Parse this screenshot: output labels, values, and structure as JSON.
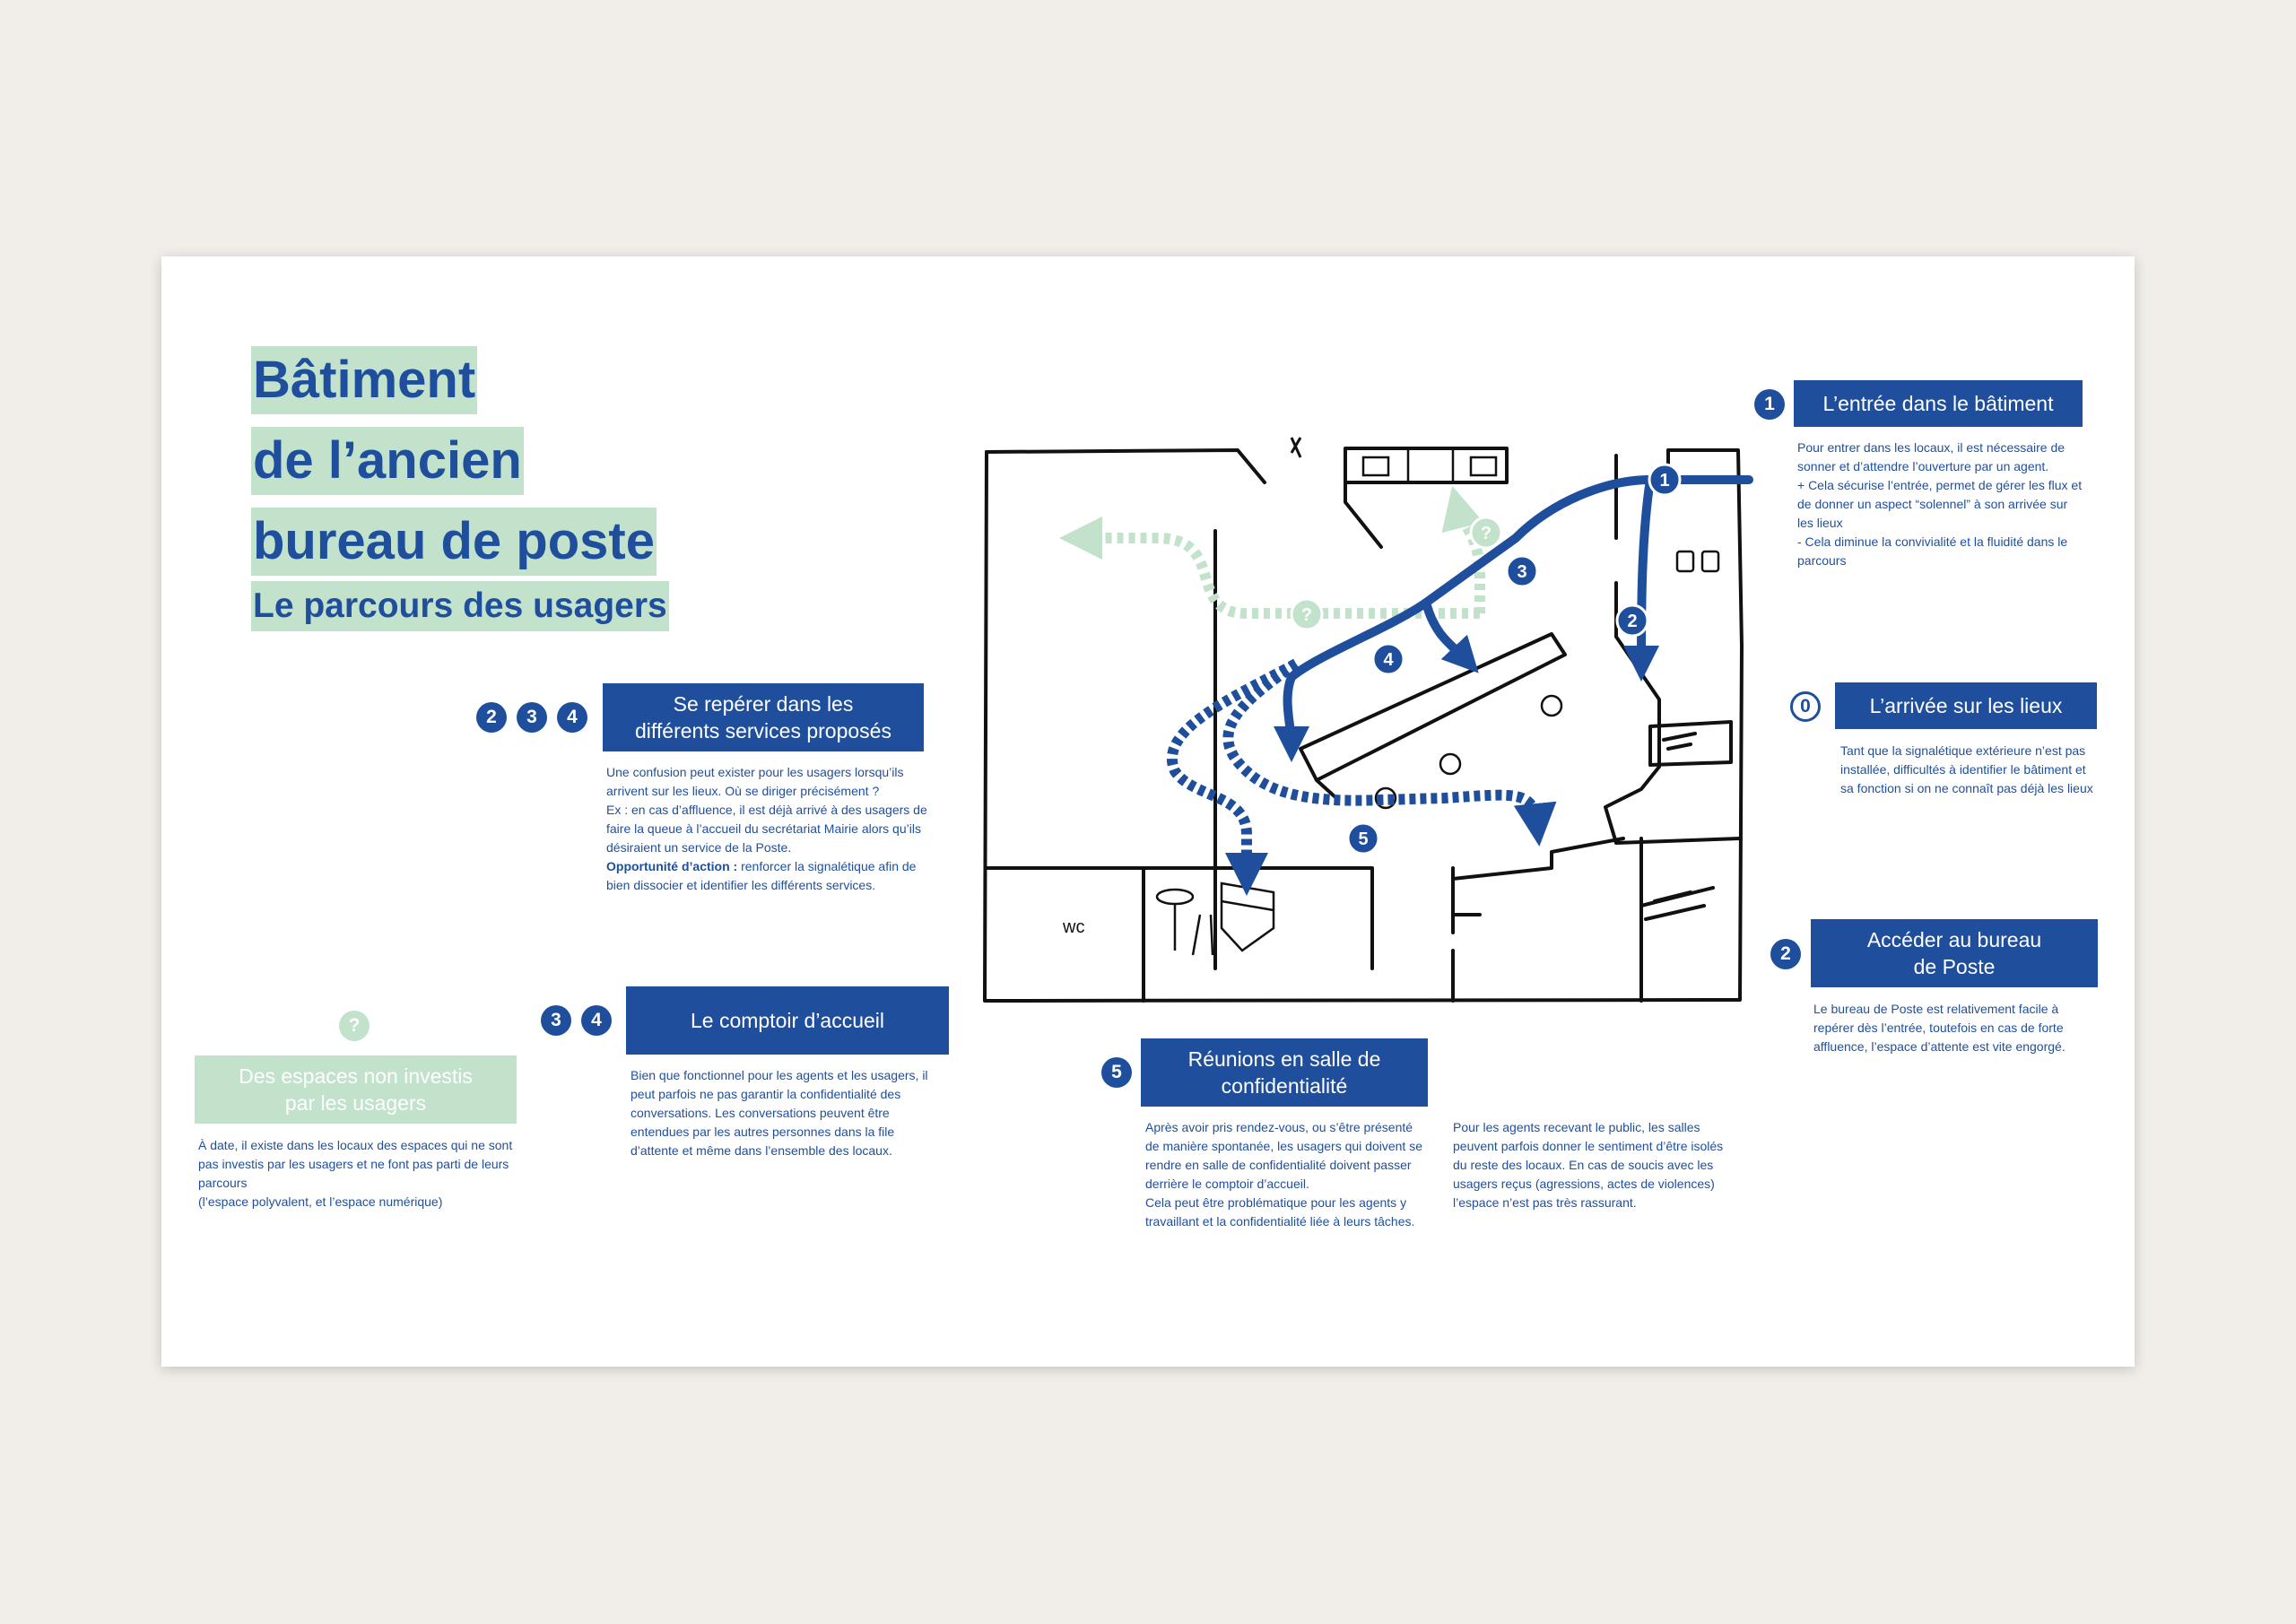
{
  "title": {
    "line1": "Bâtiment",
    "line2": "de l’ancien",
    "line3": "bureau de poste",
    "subtitle": "Le parcours des usagers"
  },
  "colors": {
    "primary": "#1f4f9c",
    "accent_green": "#c2e2cc",
    "background": "#f1eee9"
  },
  "sections": {
    "reperer": {
      "badges": [
        "2",
        "3",
        "4"
      ],
      "heading": "Se repérer dans les différents services proposés",
      "p1": "Une confusion peut exister pour les usagers lorsqu’ils arrivent sur les lieux. Où se diriger précisément ?",
      "p2": "Ex : en cas d’affluence, il est déjà arrivé à des usagers de faire la queue à l’accueil du secrétariat Mairie alors qu’ils désiraient un service de la Poste.",
      "p3_bold": "Opportunité d’action :",
      "p3": " renforcer la signalétique afin de bien dissocier et identifier les différents services."
    },
    "comptoir": {
      "badges": [
        "3",
        "4"
      ],
      "heading": "Le comptoir d’accueil",
      "text": "Bien que fonctionnel pour les agents et les usagers, il peut parfois ne pas garantir la confidentialité des conversations. Les conversations peuvent être entendues par les autres  personnes dans la file d’attente et même dans l’ensemble des locaux."
    },
    "espaces": {
      "badge": "?",
      "heading": "Des espaces non investis par les usagers",
      "p1": "À date, il existe dans les locaux des espaces qui ne sont pas investis par les usagers et ne font pas parti de leurs parcours",
      "p2": "(l’espace polyvalent, et l’espace numérique)"
    },
    "reunions": {
      "badge": "5",
      "heading": "Réunions en salle de confidentialité",
      "col1_p1": "Après avoir pris rendez-vous, ou s’être présenté de manière spontanée, les usagers qui doivent se rendre en salle de confidentialité doivent passer derrière le comptoir d’accueil.",
      "col1_p2": "Cela peut être problématique pour les agents y travaillant et la confidentialité liée à leurs tâches.",
      "col2": "Pour les agents recevant le public, les salles peuvent parfois donner le sentiment d’être isolés du reste des locaux. En cas de soucis avec les usagers reçus (agressions, actes de violences) l’espace n’est pas très rassurant."
    },
    "entree": {
      "badge": "1",
      "heading": "L’entrée dans le bâtiment",
      "p1": "Pour entrer dans les locaux, il est nécessaire de sonner et d’attendre l’ouverture par un agent.",
      "p2": "+ Cela sécurise l’entrée, permet de gérer les flux et de donner un aspect “solennel” à son arrivée sur les lieux",
      "p3": "- Cela diminue la convivialité et la fluidité dans le parcours"
    },
    "arrivee": {
      "badge": "0",
      "heading": "L’arrivée sur les lieux",
      "text": "Tant que la signalétique extérieure n’est pas installée, difficultés à identifier le bâtiment et sa fonction si on ne connaît pas déjà les lieux"
    },
    "acceder": {
      "badge": "2",
      "heading": "Accéder au bureau de Poste",
      "text": "Le bureau de Poste est relativement facile à repérer dès l’entrée, toutefois en cas de forte affluence, l’espace d’attente est vite engorgé."
    }
  },
  "plan": {
    "markers": [
      "1",
      "2",
      "3",
      "4",
      "5",
      "?",
      "?"
    ],
    "wc_label": "wc"
  }
}
